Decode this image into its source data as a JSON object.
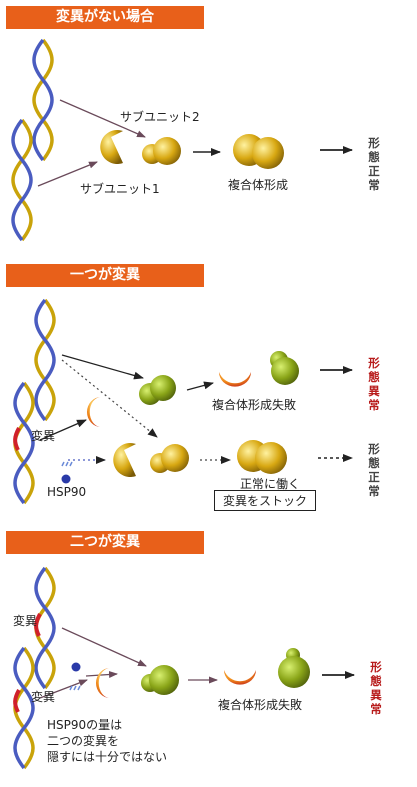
{
  "sections": [
    {
      "banner": "変異がない場合",
      "labels": {
        "subunit2": "サブユニット2",
        "subunit1": "サブユニット1",
        "complex": "複合体形成"
      },
      "result": [
        "形態",
        "正常"
      ]
    },
    {
      "banner": "一つが変異",
      "labels": {
        "mutation": "変異",
        "hsp": "HSP90",
        "fail": "複合体形成失敗",
        "works": "正常に働く",
        "stock": "変異をストック"
      },
      "result_fail": [
        "形態",
        "異常"
      ],
      "result_ok": [
        "形態",
        "正常"
      ]
    },
    {
      "banner": "二つが変異",
      "labels": {
        "mutation_a": "変異",
        "mutation_b": "変異",
        "hsp_note": [
          "HSP90の量は",
          "二つの変異を",
          "隠すには十分ではない"
        ],
        "fail": "複合体形成失敗"
      },
      "result": [
        "形態",
        "異常"
      ]
    }
  ]
}
